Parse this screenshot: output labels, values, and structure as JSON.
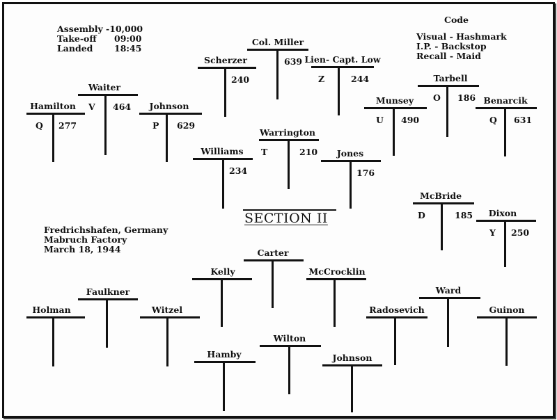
{
  "mission_info": [
    {
      "label": "Assembly - ",
      "value": "10,000"
    },
    {
      "label": "Take-off",
      "value": "09:00"
    },
    {
      "label": "Landed",
      "value": "18:45"
    }
  ],
  "code": {
    "title": "Code",
    "rows": [
      {
        "label": "Visual",
        "value": "- Hashmark"
      },
      {
        "label": "I.P.",
        "value": "- Backstop"
      },
      {
        "label": "Recall",
        "value": "- Maid"
      }
    ]
  },
  "section_title": "SECTION II",
  "location": [
    "Fredrichshafen, Germany",
    "Mabruch Factory",
    "March 18, 1944"
  ],
  "planes": [
    {
      "name": "Col. Miller",
      "letter": "",
      "number": "639"
    },
    {
      "name": "Scherzer",
      "letter": "",
      "number": "240"
    },
    {
      "name": "Lien- Capt. Low",
      "letter": "Z",
      "number": "244"
    },
    {
      "name": "Waiter",
      "letter": "V",
      "number": "464"
    },
    {
      "name": "Hamilton",
      "letter": "Q",
      "number": "277"
    },
    {
      "name": "Johnson",
      "letter": "P",
      "number": "629"
    },
    {
      "name": "Tarbell",
      "letter": "O",
      "number": "186"
    },
    {
      "name": "Munsey",
      "letter": "U",
      "number": "490"
    },
    {
      "name": "Benarcik",
      "letter": "Q",
      "number": "631"
    },
    {
      "name": "Warrington",
      "letter": "T",
      "number": "210"
    },
    {
      "name": "Williams",
      "letter": "",
      "number": "234"
    },
    {
      "name": "Jones",
      "letter": "",
      "number": "176"
    },
    {
      "name": "McBride",
      "letter": "D",
      "number": "185"
    },
    {
      "name": "Dixon",
      "letter": "Y",
      "number": "250"
    },
    {
      "name": "Carter",
      "letter": "",
      "number": ""
    },
    {
      "name": "Kelly",
      "letter": "",
      "number": ""
    },
    {
      "name": "McCrocklin",
      "letter": "",
      "number": ""
    },
    {
      "name": "Faulkner",
      "letter": "",
      "number": ""
    },
    {
      "name": "Holman",
      "letter": "",
      "number": ""
    },
    {
      "name": "Witzel",
      "letter": "",
      "number": ""
    },
    {
      "name": "Ward",
      "letter": "",
      "number": ""
    },
    {
      "name": "Radosevich",
      "letter": "",
      "number": ""
    },
    {
      "name": "Guinon",
      "letter": "",
      "number": ""
    },
    {
      "name": "Wilton",
      "letter": "",
      "number": ""
    },
    {
      "name": "Hamby",
      "letter": "",
      "number": ""
    },
    {
      "name": "Johnson",
      "letter": "",
      "number": ""
    }
  ]
}
